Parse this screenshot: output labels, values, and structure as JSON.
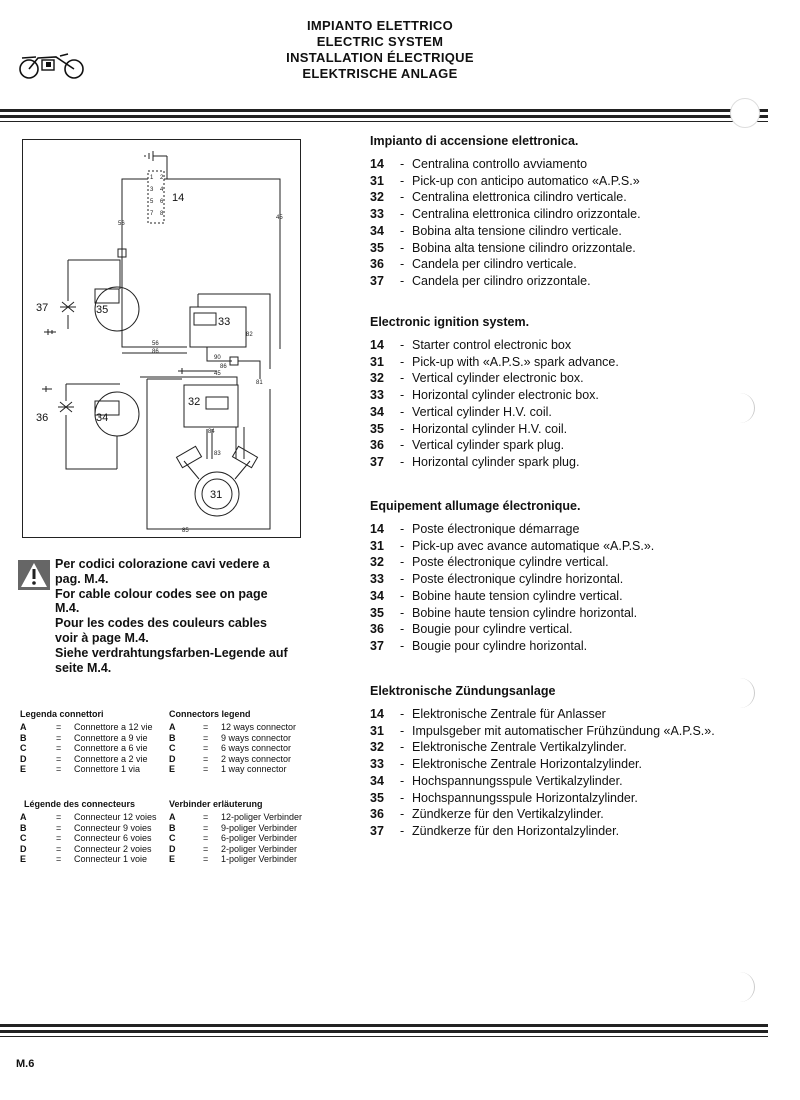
{
  "header": {
    "titles": [
      "IMPIANTO ELETTRICO",
      "ELECTRIC SYSTEM",
      "INSTALLATION ÉLECTRIQUE",
      "ELEKTRISCHE ANLAGE"
    ]
  },
  "diagram": {
    "labels": {
      "c14": "14",
      "c31": "31",
      "c32": "32",
      "c33": "33",
      "c34": "34",
      "c35": "35",
      "c36": "36",
      "c37": "37",
      "w45a": "45",
      "w45b": "45",
      "w56a": "56",
      "w56b": "56",
      "w86a": "86",
      "w86b": "86",
      "w82": "82",
      "w81": "81",
      "w83": "83",
      "w84": "84",
      "w85": "85",
      "w90": "90",
      "p2": "2",
      "p1": "1",
      "p4": "4",
      "p3": "3",
      "p6": "6",
      "p5": "5",
      "p8": "8",
      "p7": "7"
    }
  },
  "warning": {
    "lines": [
      "Per codici colorazione cavi vedere a pag. M.4.",
      "For cable colour codes see on page M.4.",
      "Pour les codes des couleurs cables voir à page M.4.",
      "Siehe verdrahtungsfarben-Legende auf seite M.4."
    ]
  },
  "legends": [
    {
      "title_left": "Legenda connettori",
      "title_right": "Connectors legend",
      "rows": [
        {
          "k": "A",
          "eq": "=",
          "v": "Connettore a 12 vie",
          "k2": "A",
          "eq2": "=",
          "v2": "12 ways connector"
        },
        {
          "k": "B",
          "eq": "=",
          "v": "Connettore a 9 vie",
          "k2": "B",
          "eq2": "=",
          "v2": "9 ways connector"
        },
        {
          "k": "C",
          "eq": "=",
          "v": "Connettore a 6 vie",
          "k2": "C",
          "eq2": "=",
          "v2": "6 ways connector"
        },
        {
          "k": "D",
          "eq": "=",
          "v": "Connettore a 2 vie",
          "k2": "D",
          "eq2": "=",
          "v2": "2 ways connector"
        },
        {
          "k": "E",
          "eq": "=",
          "v": "Connettore 1 via",
          "k2": "E",
          "eq2": "=",
          "v2": "1 way connector"
        }
      ]
    },
    {
      "title_left": "Légende des connecteurs",
      "title_right": "Verbinder erläuterung",
      "rows": [
        {
          "k": "A",
          "eq": "=",
          "v": "Connecteur 12 voies",
          "k2": "A",
          "eq2": "=",
          "v2": "12-poliger Verbinder"
        },
        {
          "k": "B",
          "eq": "=",
          "v": "Connecteur 9 voies",
          "k2": "B",
          "eq2": "=",
          "v2": "9-poliger Verbinder"
        },
        {
          "k": "C",
          "eq": "=",
          "v": "Connecteur 6 voies",
          "k2": "C",
          "eq2": "=",
          "v2": "6-poliger Verbinder"
        },
        {
          "k": "D",
          "eq": "=",
          "v": "Connecteur 2 voies",
          "k2": "D",
          "eq2": "=",
          "v2": "2-poliger Verbinder"
        },
        {
          "k": "E",
          "eq": "=",
          "v": "Connecteur 1 voie",
          "k2": "E",
          "eq2": "=",
          "v2": "1-poliger Verbinder"
        }
      ]
    }
  ],
  "sections": [
    {
      "title": "Impianto di accensione elettronica.",
      "items": [
        {
          "n": "14",
          "t": "Centralina controllo avviamento"
        },
        {
          "n": "31",
          "t": "Pick-up con anticipo automatico «A.P.S.»"
        },
        {
          "n": "32",
          "t": "Centralina elettronica cilindro verticale."
        },
        {
          "n": "33",
          "t": "Centralina elettronica cilindro orizzontale."
        },
        {
          "n": "34",
          "t": "Bobina alta tensione cilindro verticale."
        },
        {
          "n": "35",
          "t": "Bobina alta tensione cilindro orizzontale."
        },
        {
          "n": "36",
          "t": "Candela per cilindro verticale."
        },
        {
          "n": "37",
          "t": "Candela per cilindro orizzontale."
        }
      ]
    },
    {
      "title": "Electronic ignition system.",
      "items": [
        {
          "n": "14",
          "t": "Starter control electronic box"
        },
        {
          "n": "31",
          "t": "Pick-up with «A.P.S.» spark advance."
        },
        {
          "n": "32",
          "t": "Vertical cylinder electronic box."
        },
        {
          "n": "33",
          "t": "Horizontal cylinder electronic box."
        },
        {
          "n": "34",
          "t": "Vertical cylinder H.V. coil."
        },
        {
          "n": "35",
          "t": "Horizontal cylinder H.V. coil."
        },
        {
          "n": "36",
          "t": "Vertical cylinder spark plug."
        },
        {
          "n": "37",
          "t": "Horizontal cylinder spark plug."
        }
      ]
    },
    {
      "title": "Equipement allumage électronique.",
      "items": [
        {
          "n": "14",
          "t": "Poste électronique démarrage"
        },
        {
          "n": "31",
          "t": "Pick-up avec avance automatique «A.P.S.»."
        },
        {
          "n": "32",
          "t": "Poste électronique cylindre vertical."
        },
        {
          "n": "33",
          "t": "Poste électronique cylindre horizontal."
        },
        {
          "n": "34",
          "t": "Bobine haute tension cylindre vertical."
        },
        {
          "n": "35",
          "t": "Bobine haute tension cylindre horizontal."
        },
        {
          "n": "36",
          "t": "Bougie pour cylindre vertical."
        },
        {
          "n": "37",
          "t": "Bougie pour cylindre horizontal."
        }
      ]
    },
    {
      "title": "Elektronische Zündungsanlage",
      "items": [
        {
          "n": "14",
          "t": "Elektronische Zentrale für Anlasser"
        },
        {
          "n": "31",
          "t": "Impulsgeber mit automatischer Frühzündung «A.P.S.»."
        },
        {
          "n": "32",
          "t": "Elektronische Zentrale Vertikalzylinder."
        },
        {
          "n": "33",
          "t": "Elektronische Zentrale Horizontalzylinder."
        },
        {
          "n": "34",
          "t": "Hochspannungsspule Vertikalzylinder."
        },
        {
          "n": "35",
          "t": "Hochspannungsspule Horizontalzylinder."
        },
        {
          "n": "36",
          "t": "Zündkerze für den Vertikalzylinder."
        },
        {
          "n": "37",
          "t": "Zündkerze für den Horizontalzylinder."
        }
      ]
    }
  ],
  "footer": {
    "page": "M.6"
  }
}
